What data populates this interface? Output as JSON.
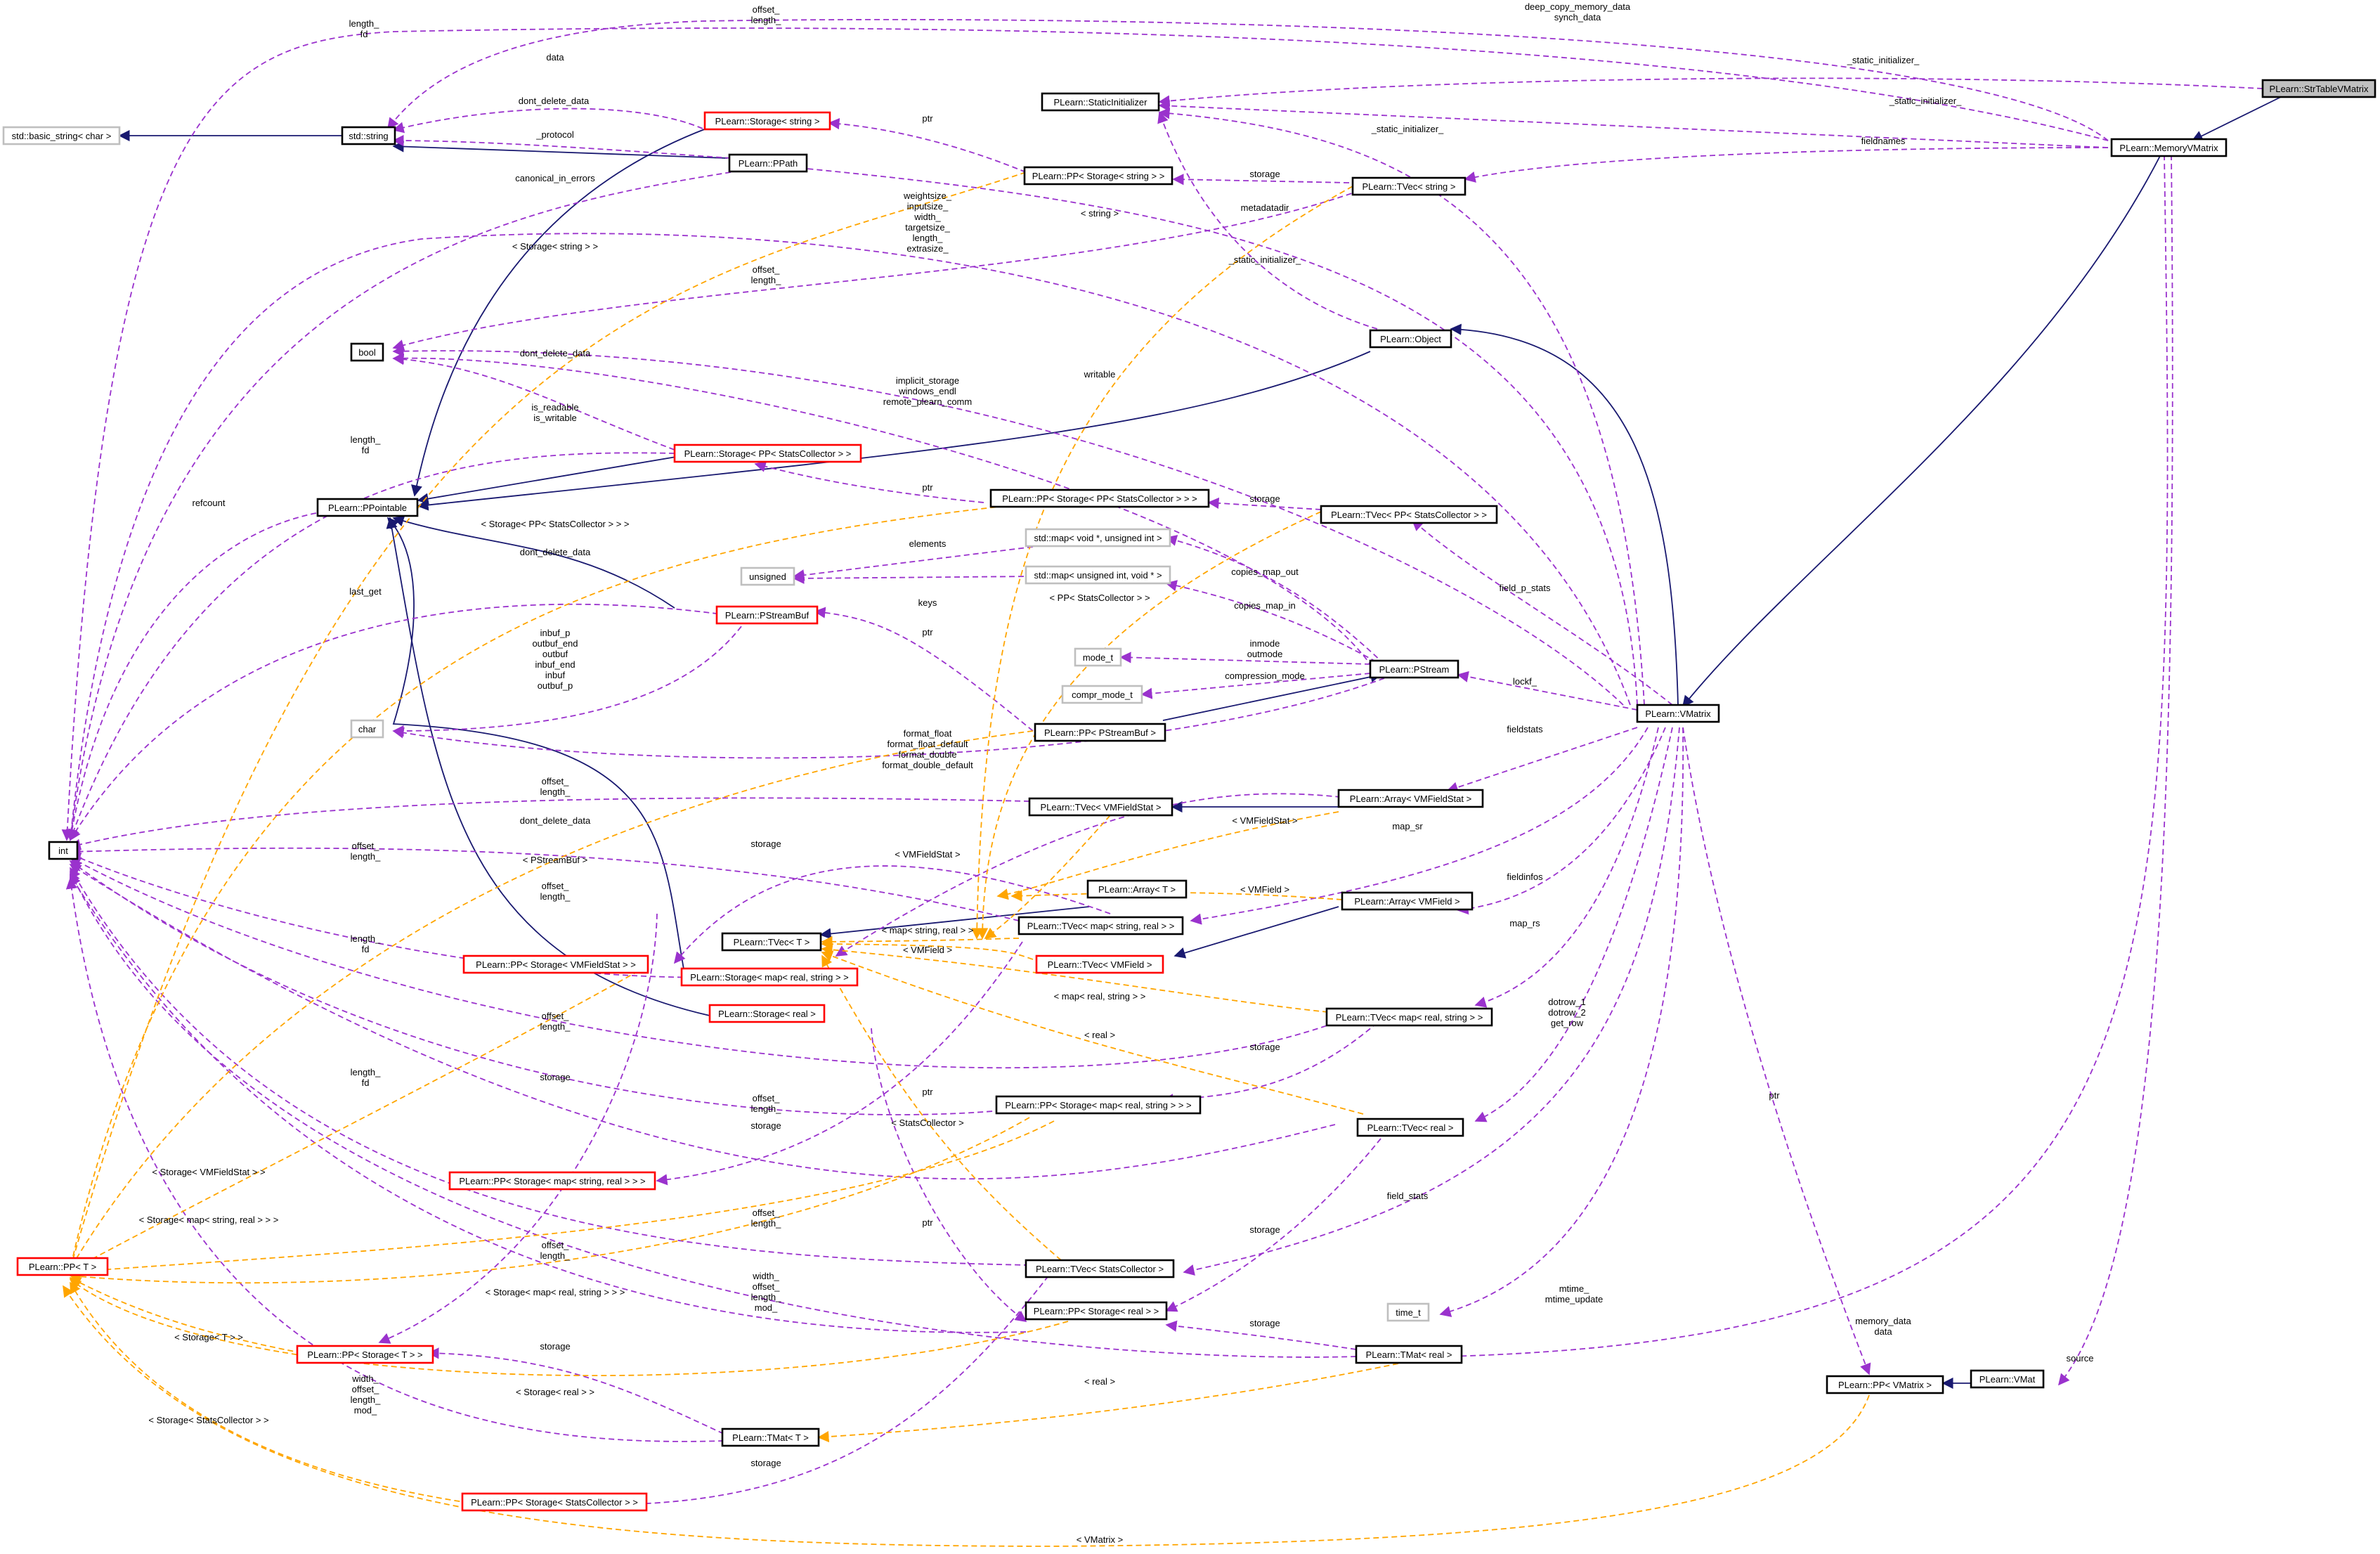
{
  "colors": {
    "dependency_edge": "#9a32cd",
    "inheritance_edge": "#191970",
    "template_edge": "#ffa500",
    "node_border_default": "#000000",
    "node_border_truncated": "#ff0000",
    "node_border_external": "#bfbfbf",
    "node_fill_focus": "#bfbfbf",
    "node_fill": "#ffffff"
  },
  "nodes": {
    "strtable": {
      "label": "PLearn::StrTableVMatrix",
      "style": "focus"
    },
    "memvm": {
      "label": "PLearn::MemoryVMatrix",
      "style": "normal"
    },
    "staticinit": {
      "label": "PLearn::StaticInitializer",
      "style": "normal"
    },
    "stdbasic": {
      "label": "std::basic_string< char >",
      "style": "external"
    },
    "stdstring": {
      "label": "std::string",
      "style": "normal"
    },
    "storage_string": {
      "label": "PLearn::Storage< string >",
      "style": "truncated"
    },
    "ppath": {
      "label": "PLearn::PPath",
      "style": "normal"
    },
    "pp_storage_string": {
      "label": "PLearn::PP< Storage< string > >",
      "style": "normal"
    },
    "tvec_string": {
      "label": "PLearn::TVec< string >",
      "style": "normal"
    },
    "bool": {
      "label": "bool",
      "style": "normal"
    },
    "object": {
      "label": "PLearn::Object",
      "style": "normal"
    },
    "storage_ppstats": {
      "label": "PLearn::Storage< PP< StatsCollector > >",
      "style": "truncated"
    },
    "ppointable": {
      "label": "PLearn::PPointable",
      "style": "normal"
    },
    "pp_storage_ppstats": {
      "label": "PLearn::PP< Storage< PP< StatsCollector > > >",
      "style": "normal"
    },
    "tvec_ppstats": {
      "label": "PLearn::TVec< PP< StatsCollector > >",
      "style": "normal"
    },
    "map_voidp": {
      "label": "std::map< void *, unsigned int >",
      "style": "external"
    },
    "unsigned": {
      "label": "unsigned",
      "style": "external"
    },
    "map_uint": {
      "label": "std::map< unsigned int, void * >",
      "style": "external"
    },
    "pstreambuf": {
      "label": "PLearn::PStreamBuf",
      "style": "truncated"
    },
    "mode_t": {
      "label": "mode_t",
      "style": "external"
    },
    "pstream": {
      "label": "PLearn::PStream",
      "style": "normal"
    },
    "compr_mode_t": {
      "label": "compr_mode_t",
      "style": "external"
    },
    "vmatrix": {
      "label": "PLearn::VMatrix",
      "style": "normal"
    },
    "char": {
      "label": "char",
      "style": "external"
    },
    "pp_pstreambuf": {
      "label": "PLearn::PP< PStreamBuf >",
      "style": "normal"
    },
    "int": {
      "label": "int",
      "style": "normal"
    },
    "tvec_vmfieldstat": {
      "label": "PLearn::TVec< VMFieldStat >",
      "style": "normal"
    },
    "array_vmfieldstat": {
      "label": "PLearn::Array< VMFieldStat >",
      "style": "normal"
    },
    "array_t": {
      "label": "PLearn::Array< T >",
      "style": "normal"
    },
    "array_vmfield": {
      "label": "PLearn::Array< VMField >",
      "style": "normal"
    },
    "tvec_map_string_real": {
      "label": "PLearn::TVec< map< string, real > >",
      "style": "normal"
    },
    "tvec_t": {
      "label": "PLearn::TVec< T >",
      "style": "normal"
    },
    "pp_storage_vmfieldstat": {
      "label": "PLearn::PP< Storage< VMFieldStat > >",
      "style": "truncated"
    },
    "storage_map_real_string": {
      "label": "PLearn::Storage< map< real, string > >",
      "style": "truncated"
    },
    "tvec_vmfield": {
      "label": "PLearn::TVec< VMField >",
      "style": "truncated"
    },
    "storage_real": {
      "label": "PLearn::Storage< real >",
      "style": "truncated"
    },
    "tvec_map_real_string": {
      "label": "PLearn::TVec< map< real, string > >",
      "style": "normal"
    },
    "pp_storage_map_real_string": {
      "label": "PLearn::PP< Storage< map< real, string > > >",
      "style": "normal"
    },
    "tvec_real": {
      "label": "PLearn::TVec< real >",
      "style": "normal"
    },
    "pp_storage_map_string_real": {
      "label": "PLearn::PP< Storage< map< string, real > > >",
      "style": "truncated"
    },
    "pp_t": {
      "label": "PLearn::PP< T >",
      "style": "truncated"
    },
    "tvec_statscollector": {
      "label": "PLearn::TVec< StatsCollector >",
      "style": "normal"
    },
    "time_t": {
      "label": "time_t",
      "style": "external"
    },
    "pp_storage_real": {
      "label": "PLearn::PP< Storage< real > >",
      "style": "normal"
    },
    "pp_storage_t": {
      "label": "PLearn::PP< Storage< T > >",
      "style": "truncated"
    },
    "tmat_real": {
      "label": "PLearn::TMat< real >",
      "style": "normal"
    },
    "pp_vmatrix": {
      "label": "PLearn::PP< VMatrix >",
      "style": "normal"
    },
    "vmat": {
      "label": "PLearn::VMat",
      "style": "normal"
    },
    "tmat_t": {
      "label": "PLearn::TMat< T >",
      "style": "normal"
    },
    "pp_storage_statscollector": {
      "label": "PLearn::PP< Storage< StatsCollector > >",
      "style": "truncated"
    }
  },
  "edge_labels": {
    "e1": "offset_\nlength_",
    "e2": "deep_copy_memory_data\nsynch_data",
    "e3": "length_\nfd",
    "e4": "data",
    "e5": "_static_initializer_",
    "e6": "_static_initializer_",
    "e7": "dont_delete_data",
    "e8": "ptr",
    "e9": "fieldnames",
    "e10": "_protocol",
    "e11": "_static_initializer_",
    "e12": "canonical_in_errors",
    "e13": "storage",
    "e14": "metadatadir",
    "e15": "< Storage< string > >",
    "e16": "< string >",
    "e17": "weightsize_\ninputsize_\nwidth_\ntargetsize_\nlength_\nextrasize_",
    "e18": "_static_initializer_",
    "e19": "offset_\nlength_",
    "e20": "dont_delete_data",
    "e21": "writable",
    "e22": "implicit_storage\nwindows_endl\nremote_plearn_comm",
    "e23": "is_readable\nis_writable",
    "e24": "length_\nfd",
    "e25": "refcount",
    "e26": "ptr",
    "e27": "storage",
    "e28": "< Storage< PP< StatsCollector > > >",
    "e29": "elements",
    "e30": "dont_delete_data",
    "e31": "copies_map_out",
    "e32": "field_p_stats",
    "e33": "last_get",
    "e34": "keys",
    "e35": "< PP< StatsCollector > >",
    "e36": "copies_map_in",
    "e37": "ptr",
    "e38": "inbuf_p\noutbuf_end\noutbuf\ninbuf_end\ninbuf\noutbuf_p",
    "e39": "inmode\noutmode",
    "e40": "compression_mode",
    "e41": "lockf_",
    "e42": "format_float\nformat_float_default\nformat_double\nformat_double_default",
    "e43": "fieldstats",
    "e44": "offset_\nlength_",
    "e45": "dont_delete_data",
    "e46": "< VMFieldStat >",
    "e47": "map_sr",
    "e48": "offset_\nlength_",
    "e49": "storage",
    "e50": "< PStreamBuf >",
    "e51": "< VMFieldStat >",
    "e52": "< VMField >",
    "e53": "fieldinfos",
    "e54": "offset_\nlength_",
    "e55": "< map< string, real > >",
    "e56": "length_\nfd",
    "e57": "< VMField >",
    "e58": "map_rs",
    "e59": "< map< real, string > >",
    "e60": "offset_\nlength_",
    "e61": "dotrow_1\ndotrow_2\nget_row",
    "e62": "< real >",
    "e63": "storage",
    "e64": "length_\nfd",
    "e65": "storage",
    "e66": "ptr",
    "e67": "ptr",
    "e68": "offset_\nlength_",
    "e69": "storage",
    "e70": "< StatsCollector >",
    "e71": "< Storage< VMFieldStat > >",
    "e72": "< Storage< map< string, real > > >",
    "e73": "field_stats",
    "e74": "offset_\nlength_",
    "e75": "ptr",
    "e76": "offset_\nlength_",
    "e77": "storage",
    "e78": "width_\noffset_\nlength_\nmod_",
    "e79": "< Storage< map< real, string > > >",
    "e80": "mtime_\nmtime_update",
    "e81": "memory_data\ndata",
    "e82": "storage",
    "e83": "< Storage< T > >",
    "e84": "source",
    "e85": "width_\noffset_\nlength_\nmod_",
    "e86": "storage",
    "e87": "< Storage< real > >",
    "e88": "< real >",
    "e89": "< Storage< StatsCollector > >",
    "e90": "storage",
    "e91": "< VMatrix >"
  }
}
